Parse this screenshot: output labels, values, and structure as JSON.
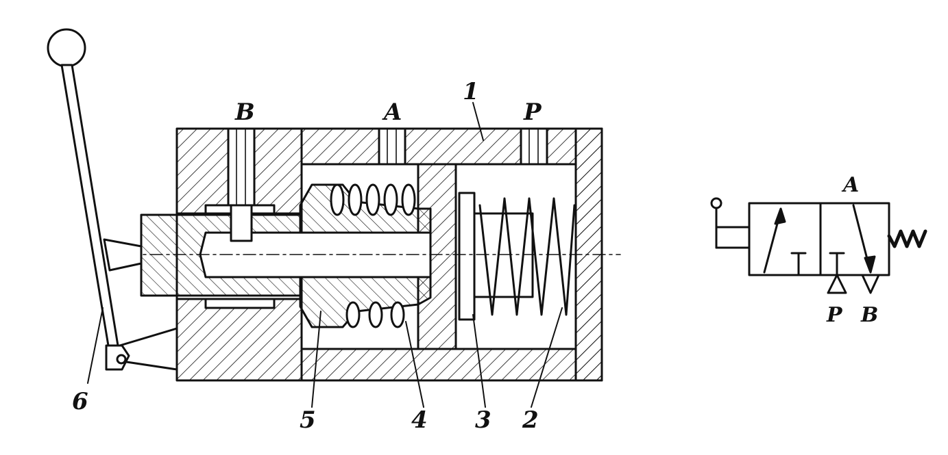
{
  "cross_section": {
    "port_labels": {
      "b": "B",
      "a": "A",
      "p": "P"
    },
    "part_numbers": {
      "body": "1",
      "spring": "2",
      "piston": "3",
      "return_spring": "4",
      "spool": "5",
      "lever": "6"
    }
  },
  "symbol": {
    "port_a": "A",
    "port_p": "P",
    "port_b": "B"
  },
  "colors": {
    "ink": "#111111",
    "paper": "#ffffff"
  }
}
